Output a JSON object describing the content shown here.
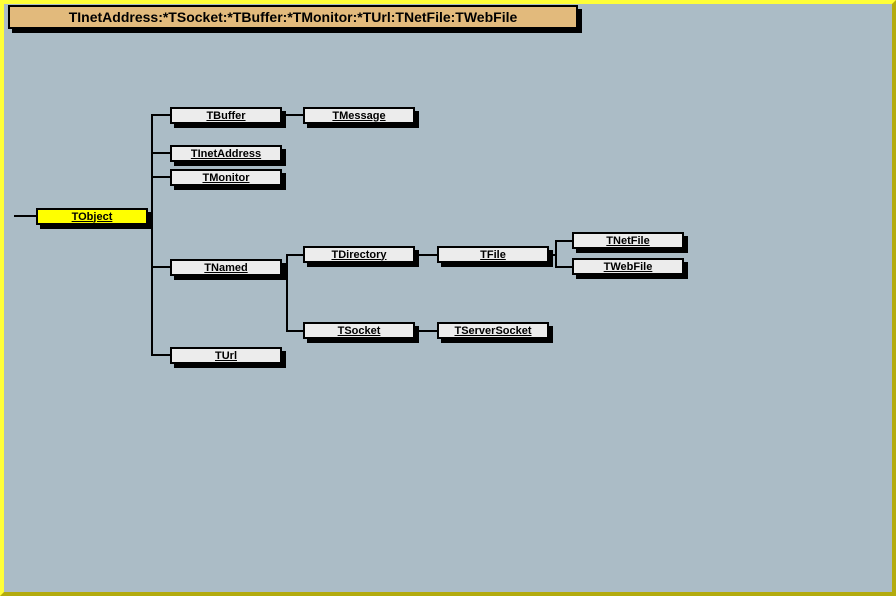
{
  "window": {
    "title": "TInetAddress:*TSocket:*TBuffer:*TMonitor:*TUrl:TNetFile:TWebFile"
  },
  "diagram": {
    "type": "class-hierarchy-tree",
    "root": "TObject",
    "highlighted_node": "TObject",
    "nodes": [
      {
        "label": "TObject",
        "parent": null,
        "highlighted": true
      },
      {
        "label": "TBuffer",
        "parent": "TObject",
        "highlighted": false
      },
      {
        "label": "TMessage",
        "parent": "TBuffer",
        "highlighted": false
      },
      {
        "label": "TInetAddress",
        "parent": "TObject",
        "highlighted": false
      },
      {
        "label": "TMonitor",
        "parent": "TObject",
        "highlighted": false
      },
      {
        "label": "TNamed",
        "parent": "TObject",
        "highlighted": false
      },
      {
        "label": "TDirectory",
        "parent": "TNamed",
        "highlighted": false
      },
      {
        "label": "TFile",
        "parent": "TDirectory",
        "highlighted": false
      },
      {
        "label": "TNetFile",
        "parent": "TFile",
        "highlighted": false
      },
      {
        "label": "TWebFile",
        "parent": "TFile",
        "highlighted": false
      },
      {
        "label": "TSocket",
        "parent": "TNamed",
        "highlighted": false
      },
      {
        "label": "TServerSocket",
        "parent": "TSocket",
        "highlighted": false
      },
      {
        "label": "TUrl",
        "parent": "TObject",
        "highlighted": false
      }
    ],
    "colors": {
      "page_background": "#abbcc6",
      "frame_light": "#ffff38",
      "frame_dark": "#b3ab0e",
      "title_fill": "#e2ba7c",
      "node_fill": "#ececec",
      "highlight_fill": "#ffff00",
      "line_and_border": "#000000",
      "text": "#000000"
    }
  }
}
